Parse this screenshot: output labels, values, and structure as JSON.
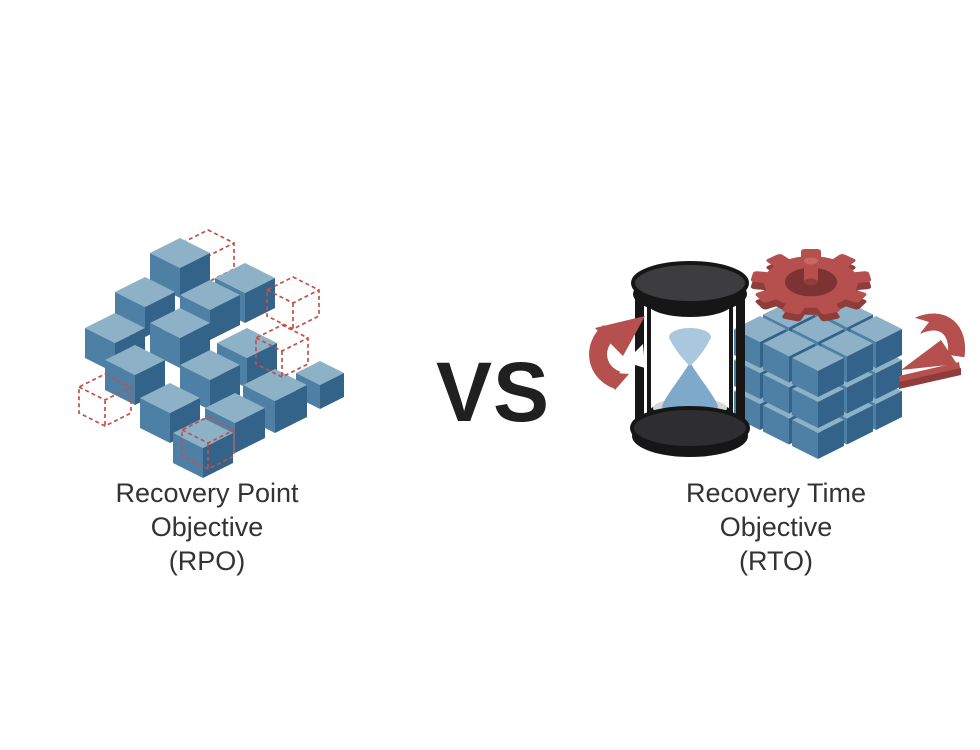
{
  "background": "#ffffff",
  "colors": {
    "cube_top": "#8db1c7",
    "cube_left": "#4e80a6",
    "cube_right": "#336388",
    "dashed_red": "#c0504c",
    "accent_red": "#b5504e",
    "accent_red_dark": "#8e3d3b",
    "accent_red_light": "#c86864",
    "hourglass_dark": "#3d3d3f",
    "hourglass_black": "#161616",
    "sand_light": "#a9c8de",
    "sand_mid": "#7fa9cb",
    "plate_gray": "#d8d8d8",
    "text_color": "#333333",
    "background": "#ffffff"
  },
  "left_item": {
    "icon": "isometric-blue-data-cubes-with-dashed-missing-cubes",
    "label_lines": [
      "Recovery Point",
      "Objective",
      "(RPO)"
    ]
  },
  "divider": {
    "vs_label": "VS"
  },
  "right_item": {
    "icon": "hourglass-with-gear-cube-stack-and-curved-arrows",
    "label_lines": [
      "Recovery Time",
      "Objective",
      "(RTO)"
    ]
  }
}
